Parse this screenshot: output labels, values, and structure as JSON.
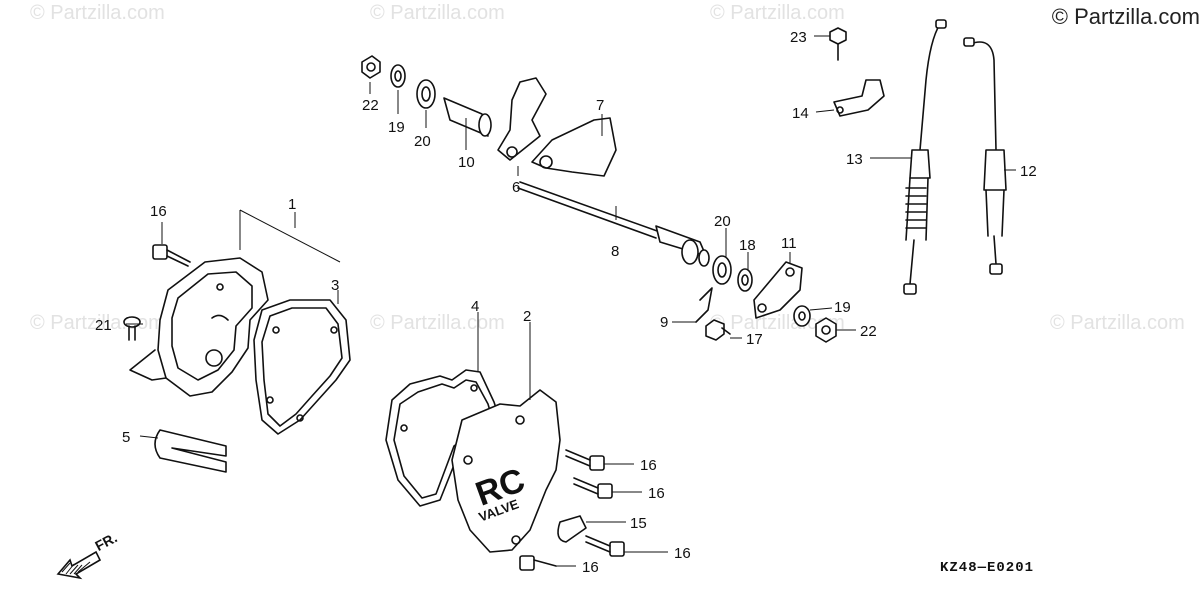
{
  "copyright": "© Partzilla.com",
  "watermark": "© Partzilla.com",
  "diagram_code": "KZ48—E0201",
  "front_label": "FR.",
  "callouts": {
    "c1": "1",
    "c2": "2",
    "c3": "3",
    "c4": "4",
    "c5": "5",
    "c6": "6",
    "c7": "7",
    "c8": "8",
    "c9": "9",
    "c10": "10",
    "c11": "11",
    "c12": "12",
    "c13": "13",
    "c14": "14",
    "c15": "15",
    "c16a": "16",
    "c16b": "16",
    "c16c": "16",
    "c16d": "16",
    "c16e": "16",
    "c17": "17",
    "c18": "18",
    "c19a": "19",
    "c19b": "19",
    "c20a": "20",
    "c20b": "20",
    "c21": "21",
    "c22a": "22",
    "c22b": "22",
    "c23": "23"
  },
  "label_on_part": {
    "line1": "RC",
    "line2": "VALVE"
  }
}
